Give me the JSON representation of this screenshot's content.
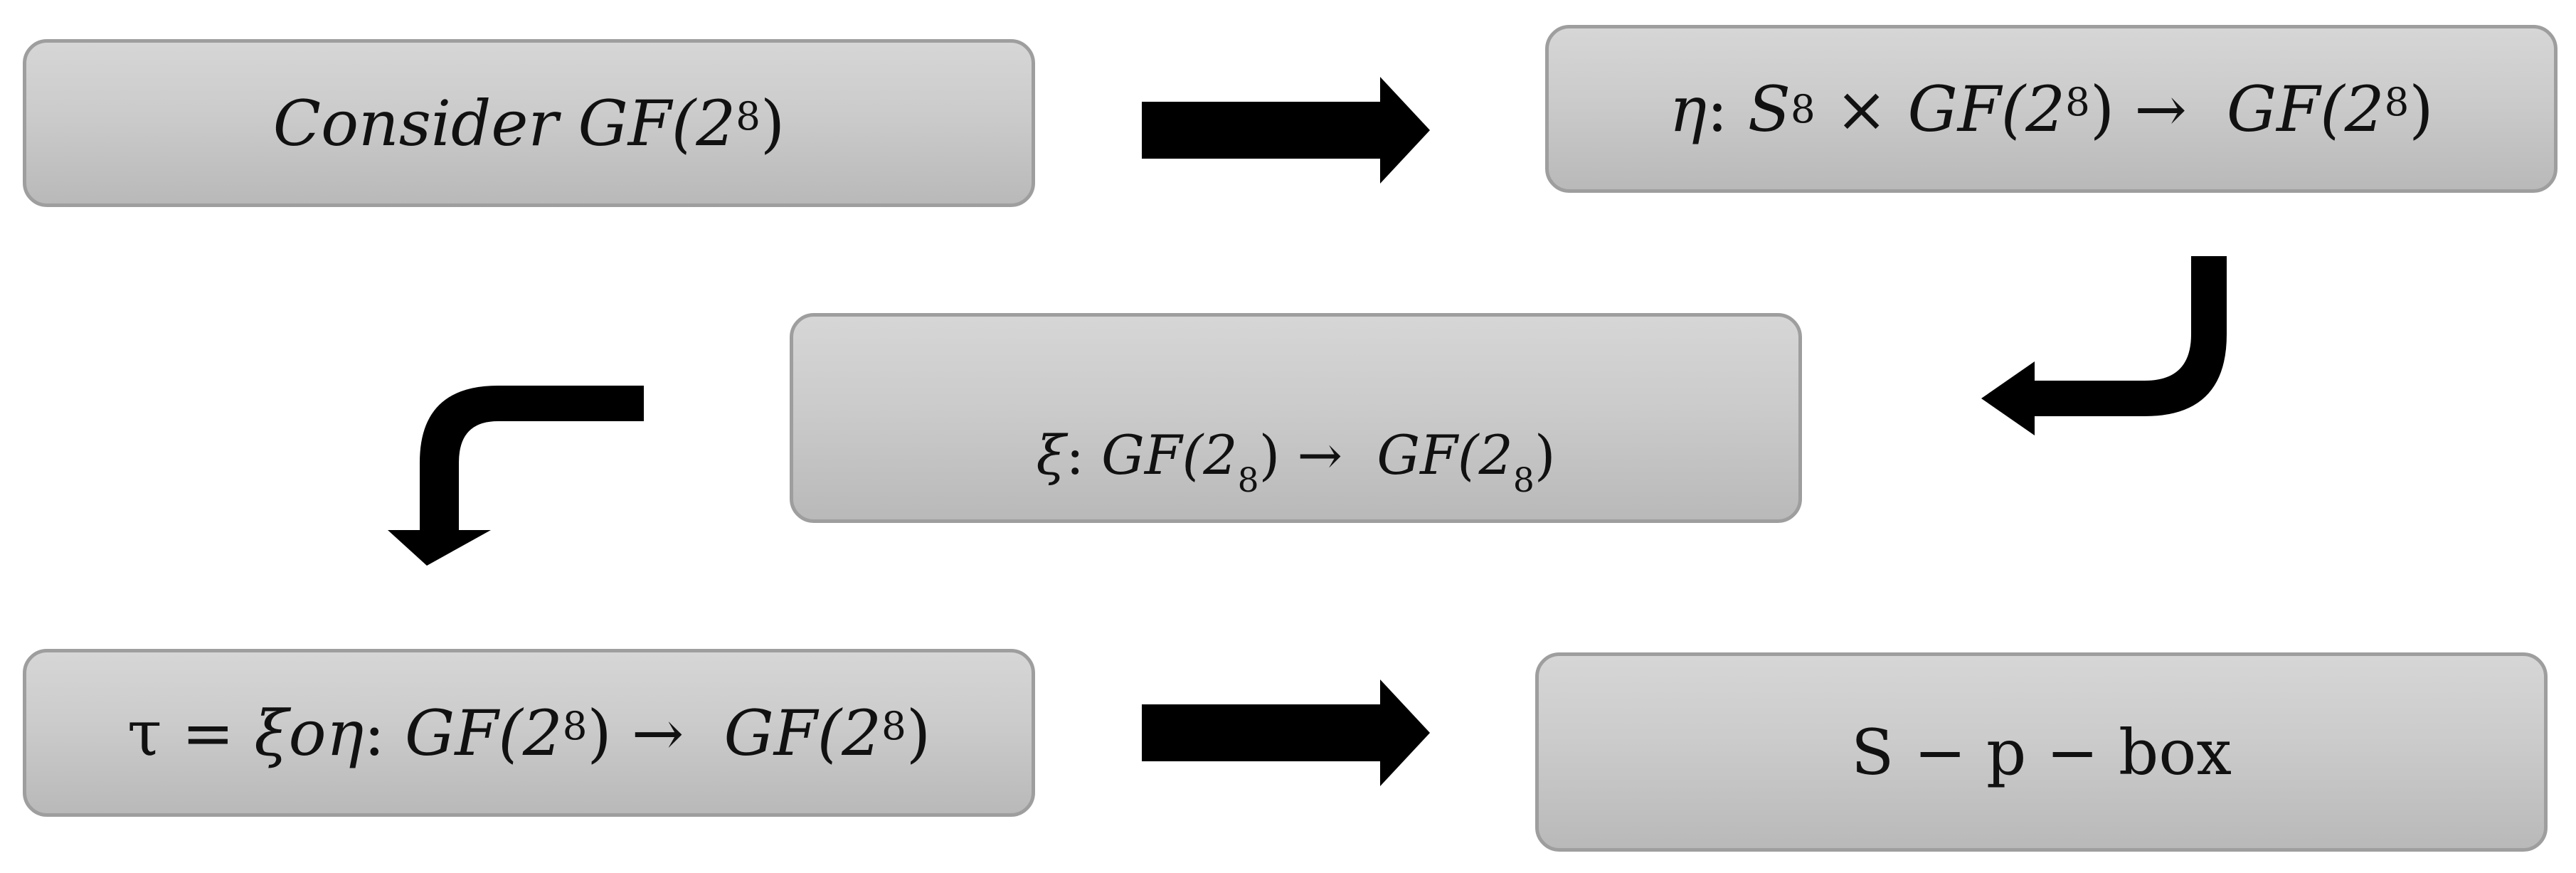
{
  "boxes": {
    "consider": {
      "label": "Consider",
      "field": "GF(2",
      "exponent": "8",
      "close": ")"
    },
    "eta": {
      "symbol": "η",
      "colon": ":",
      "set": "S",
      "set_sub": "8",
      "times": "×",
      "field1": "GF(2",
      "exp1": "8",
      "close1": ")",
      "arrow": "→",
      "field2": "GF(2",
      "exp2": "8",
      "close2": ")"
    },
    "xi": {
      "symbol": "ξ",
      "colon": ":",
      "field1": "GF(2",
      "exp1": "8",
      "close1": ")",
      "arrow": "→",
      "field2": "GF(2",
      "exp2": "8",
      "close2": ")"
    },
    "tau": {
      "symbol": "τ",
      "equals": "=",
      "composition": "ξoη",
      "colon": ":",
      "field1": "GF(2",
      "exp1": "8",
      "close1": ")",
      "arrow": "→",
      "field2": "GF(2",
      "exp2": "8",
      "close2": ")"
    },
    "spbox": {
      "label": "S − p − box"
    }
  },
  "colors": {
    "box_fill": "#cbcbcb",
    "box_border": "#9e9e9e",
    "arrow": "#000000",
    "text": "#111111"
  },
  "icons": [
    "right-arrow-icon",
    "curved-arrow-icon"
  ]
}
